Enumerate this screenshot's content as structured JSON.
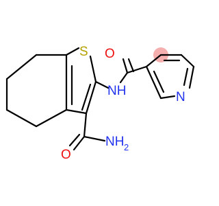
{
  "molecule": {
    "atoms": {
      "S": {
        "text": "S",
        "color": "#b3a100"
      },
      "NH": {
        "text": "NH",
        "color": "#2233ee"
      },
      "N_pyridine": {
        "text": "N",
        "color": "#2233ee"
      },
      "O_amide_top": {
        "text": "O",
        "color": "#ee1111"
      },
      "O_amide_bottom": {
        "text": "O",
        "color": "#ee1111"
      },
      "NH2_main": {
        "text": "NH",
        "color": "#2233ee"
      },
      "NH2_sub": {
        "text": "2",
        "color": "#2233ee"
      }
    },
    "highlight_color": "#f4a6a6"
  }
}
